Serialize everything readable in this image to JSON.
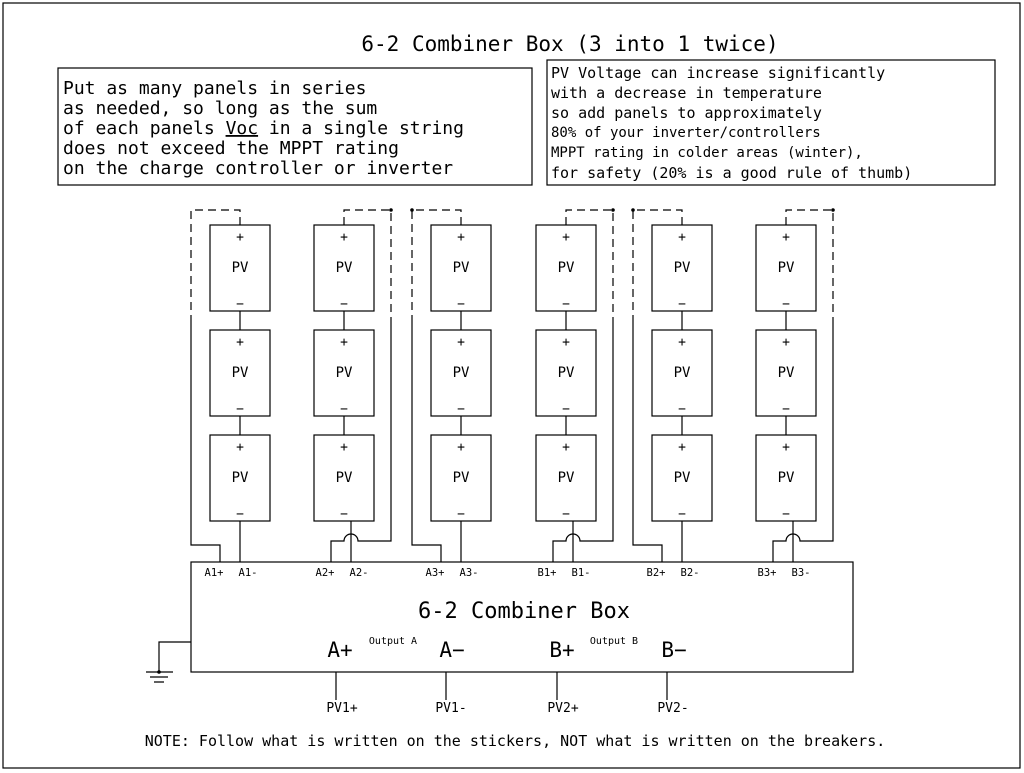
{
  "title": "6-2 Combiner Box (3 into 1 twice)",
  "note_left": {
    "lines": [
      "Put as many panels in series",
      "as needed, so long as the sum"
    ],
    "line3_pre": "of each panels ",
    "line3_underlined": "Voc",
    "line3_post": " in a single string",
    "lines_after": [
      "does not exceed the MPPT rating",
      "on the charge controller or inverter"
    ]
  },
  "note_right": {
    "lines": [
      "PV Voltage can increase significantly",
      "with a decrease in temperature",
      "so add panels to approximately",
      "80% of your inverter/controllers",
      "MPPT rating in colder areas (winter),",
      "for safety (20% is a good rule of thumb)"
    ]
  },
  "panel_label": "PV",
  "panel_plus": "+",
  "panel_minus": "−",
  "strings": [
    {
      "plus": "A1+",
      "minus": "A1-",
      "return_side": "left"
    },
    {
      "plus": "A2+",
      "minus": "A2-",
      "return_side": "right"
    },
    {
      "plus": "A3+",
      "minus": "A3-",
      "return_side": "left"
    },
    {
      "plus": "B1+",
      "minus": "B1-",
      "return_side": "right"
    },
    {
      "plus": "B2+",
      "minus": "B2-",
      "return_side": "left"
    },
    {
      "plus": "B3+",
      "minus": "B3-",
      "return_side": "right"
    }
  ],
  "panels_per_string": 3,
  "combiner": {
    "title": "6-2 Combiner Box",
    "output_a_label": "Output A",
    "output_b_label": "Output B",
    "terminals": [
      "A+",
      "A−",
      "B+",
      "B−"
    ],
    "outputs": [
      "PV1+",
      "PV1-",
      "PV2+",
      "PV2-"
    ]
  },
  "footer_note": "NOTE: Follow what is written on the stickers, NOT what is written on the breakers."
}
